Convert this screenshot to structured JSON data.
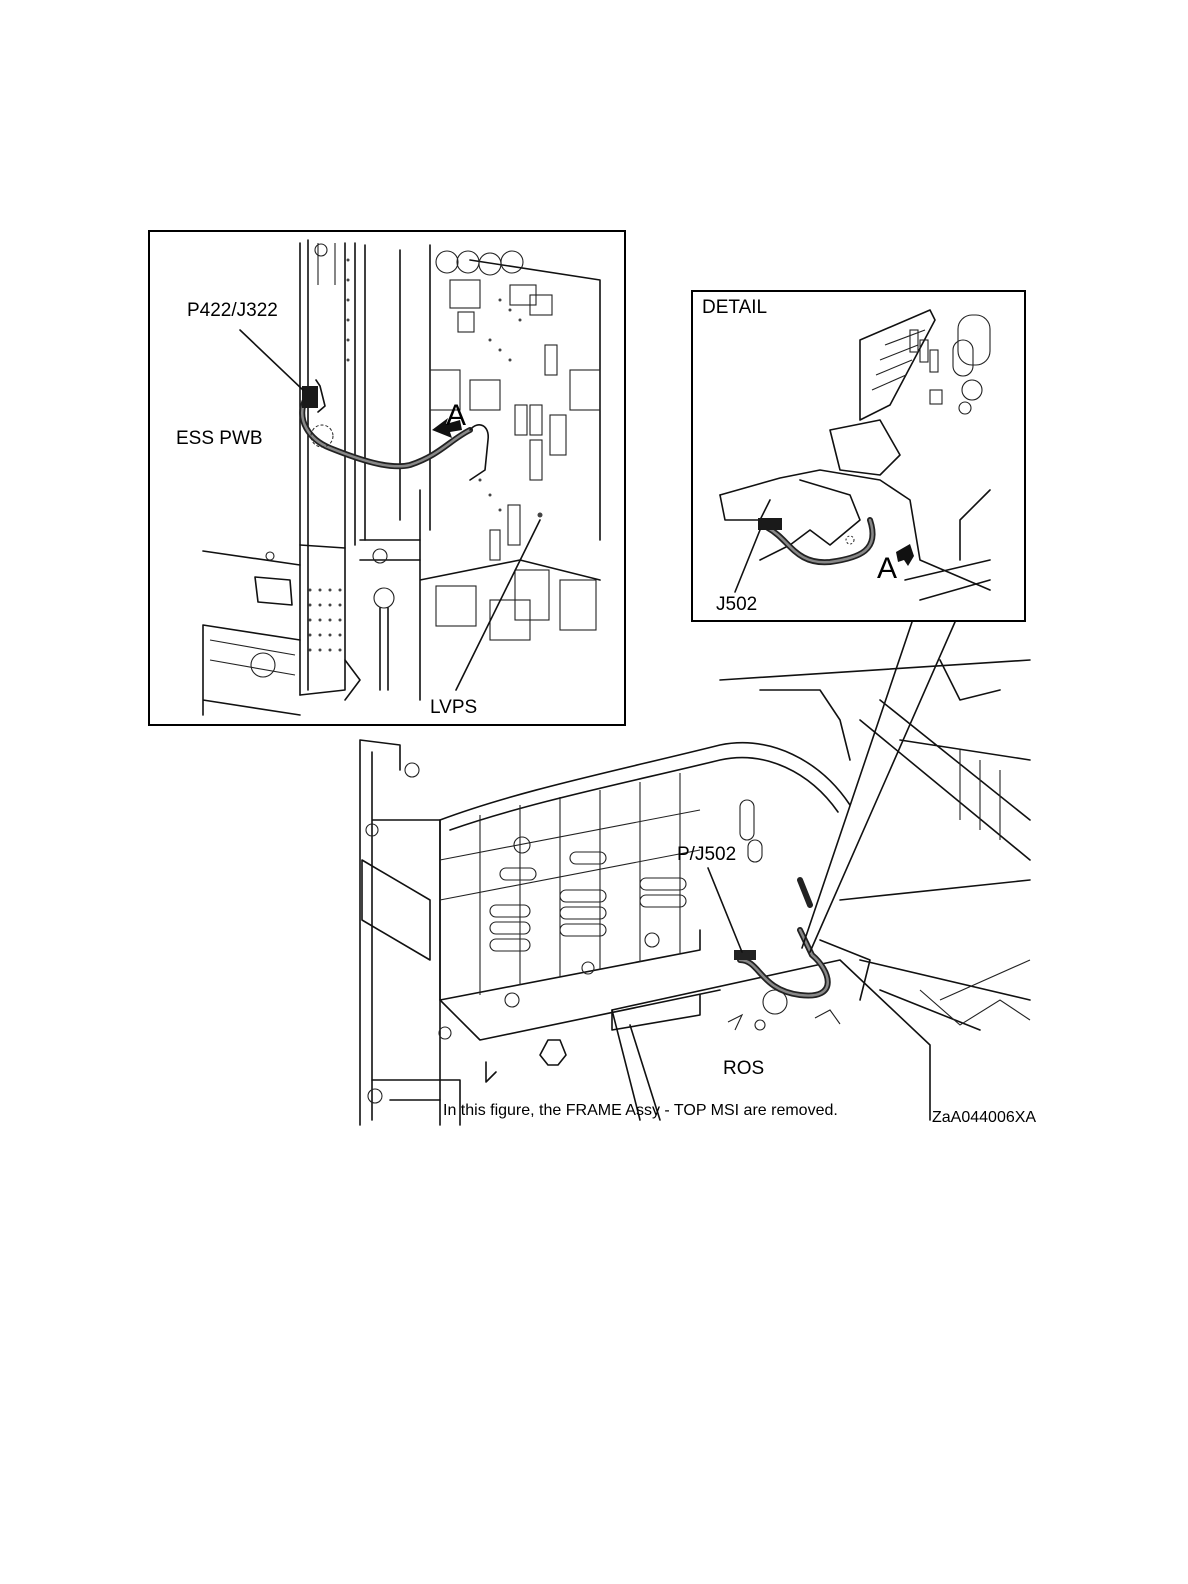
{
  "figure": {
    "callouts": {
      "p422_j322": "P422/J322",
      "ess_pwb": "ESS PWB",
      "lvps": "LVPS",
      "detail": "DETAIL",
      "j502": "J502",
      "p_j502": "P/J502",
      "ros": "ROS",
      "arrow_a_left": "A",
      "arrow_a_detail": "A"
    },
    "caption": "In this figure, the FRAME Assy - TOP MSI are removed.",
    "figure_id": "ZaA044006XA"
  }
}
